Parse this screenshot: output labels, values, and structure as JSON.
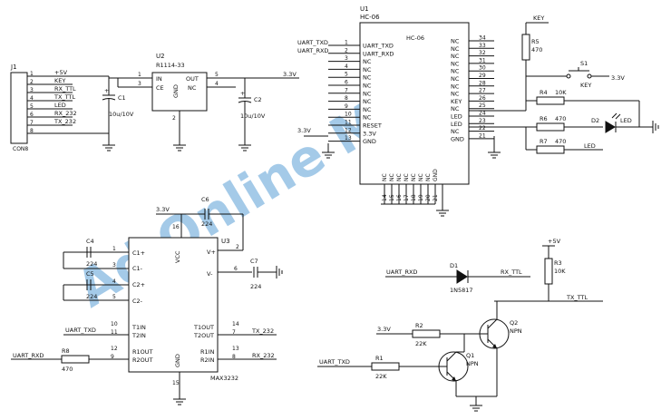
{
  "j1": {
    "ref": "J1",
    "name": "CON8",
    "pins": [
      "1",
      "2",
      "3",
      "4",
      "5",
      "6",
      "7",
      "8"
    ],
    "nets": [
      "+5V",
      "KEY",
      "RX_TTL",
      "TX_TTL",
      "LED",
      "RX_232",
      "TX_232",
      ""
    ]
  },
  "c1": {
    "ref": "C1",
    "value": "10u/10V"
  },
  "c2": {
    "ref": "C2",
    "value": "10u/10V"
  },
  "u2": {
    "ref": "U2",
    "part": "R1114-33",
    "in": "IN",
    "ce": "CE",
    "gnd": "GND",
    "out": "OUT",
    "nc": "NC",
    "p1": "1",
    "p3": "3",
    "p2": "2",
    "p5": "5",
    "p4": "4",
    "net_out": "3.3V"
  },
  "u1": {
    "ref": "U1",
    "part": "HC-06",
    "label": "HC-06",
    "left_pins": [
      {
        "num": "1",
        "name": "UART_TXD",
        "net": "UART_TXD"
      },
      {
        "num": "2",
        "name": "UART_RXD",
        "net": "UART_RXD"
      },
      {
        "num": "3",
        "name": "NC"
      },
      {
        "num": "4",
        "name": "NC"
      },
      {
        "num": "5",
        "name": "NC"
      },
      {
        "num": "6",
        "name": "NC"
      },
      {
        "num": "7",
        "name": "NC"
      },
      {
        "num": "8",
        "name": "NC"
      },
      {
        "num": "9",
        "name": "NC"
      },
      {
        "num": "10",
        "name": "NC"
      },
      {
        "num": "11",
        "name": "RESET"
      },
      {
        "num": "12",
        "name": "3.3V",
        "net": "3.3V"
      },
      {
        "num": "13",
        "name": "GND"
      }
    ],
    "right_pins": [
      {
        "num": "34",
        "name": "NC"
      },
      {
        "num": "33",
        "name": "NC"
      },
      {
        "num": "32",
        "name": "NC"
      },
      {
        "num": "31",
        "name": "NC"
      },
      {
        "num": "30",
        "name": "NC"
      },
      {
        "num": "29",
        "name": "NC"
      },
      {
        "num": "28",
        "name": "NC"
      },
      {
        "num": "27",
        "name": "NC"
      },
      {
        "num": "26",
        "name": "KEY"
      },
      {
        "num": "25",
        "name": "NC"
      },
      {
        "num": "24",
        "name": "LED"
      },
      {
        "num": "23",
        "name": "LED"
      },
      {
        "num": "22",
        "name": "NC"
      },
      {
        "num": "21",
        "name": "GND"
      }
    ],
    "bottom_pins": [
      {
        "num": "14",
        "name": "NC"
      },
      {
        "num": "15",
        "name": "NC"
      },
      {
        "num": "16",
        "name": "NC"
      },
      {
        "num": "17",
        "name": "NC"
      },
      {
        "num": "18",
        "name": "NC"
      },
      {
        "num": "19",
        "name": "NC"
      },
      {
        "num": "20",
        "name": "NC"
      },
      {
        "num": "21",
        "name": "GND"
      }
    ]
  },
  "key_net": "KEY",
  "r5": {
    "ref": "R5",
    "value": "470"
  },
  "s1": {
    "ref": "S1",
    "label": "KEY",
    "net": "3.3V"
  },
  "r4": {
    "ref": "R4",
    "value": "10K"
  },
  "r6": {
    "ref": "R6",
    "value": "470"
  },
  "d2": {
    "ref": "D2",
    "label": "LED"
  },
  "r7": {
    "ref": "R7",
    "value": "470",
    "net": "LED"
  },
  "u3": {
    "ref": "U3",
    "part": "MAX3232",
    "vcc": "VCC",
    "gnd": "GND",
    "vplus": "V+",
    "vminus": "V-",
    "c1p": "C1+",
    "c1m": "C1-",
    "c2p": "C2+",
    "c2m": "C2-",
    "t1in": "T1IN",
    "t2in": "T2IN",
    "r1out": "R1OUT",
    "r2out": "R2OUT",
    "t1out": "T1OUT",
    "t2out": "T2OUT",
    "r1in": "R1IN",
    "r2in": "R2IN",
    "pins": {
      "p16": "16",
      "p2": "2",
      "p1": "1",
      "p3": "3",
      "p4": "4",
      "p5": "5",
      "p6": "6",
      "p10": "10",
      "p11": "11",
      "p12": "12",
      "p9": "9",
      "p14": "14",
      "p7": "7",
      "p13": "13",
      "p8": "8",
      "p15": "15"
    },
    "vcc_net": "3.3V",
    "t_in_net": "UART_TXD",
    "t_out_net": "TX_232",
    "r_in_net": "RX_232"
  },
  "c6": {
    "ref": "C6",
    "value": "224"
  },
  "c4": {
    "ref": "C4",
    "value": "224"
  },
  "c5": {
    "ref": "C5",
    "value": "224"
  },
  "c7": {
    "ref": "C7",
    "value": "224"
  },
  "r8": {
    "ref": "R8",
    "value": "470",
    "net": "UART_RXD"
  },
  "d1": {
    "ref": "D1",
    "part": "1N5817",
    "net_in": "UART_RXD",
    "net_out": "RX_TTL"
  },
  "r3": {
    "ref": "R3",
    "value": "10K",
    "net": "+5V"
  },
  "tx_ttl_net": "TX_TTL",
  "q2": {
    "ref": "Q2",
    "type": "NPN"
  },
  "q1": {
    "ref": "Q1",
    "type": "NPN"
  },
  "r2": {
    "ref": "R2",
    "value": "22K",
    "net": "3.3V"
  },
  "r1": {
    "ref": "R1",
    "value": "22K",
    "net": "UART_TXD"
  },
  "watermark": "Ad Online Mall"
}
